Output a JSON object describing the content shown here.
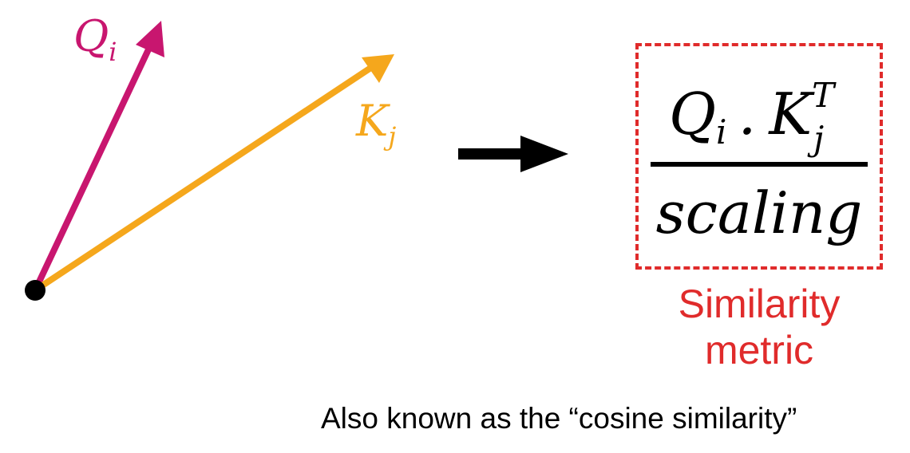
{
  "vectors": {
    "query": {
      "base": "Q",
      "sub": "i",
      "color": "#c8166f"
    },
    "key": {
      "base": "K",
      "sub": "j",
      "color": "#f5a71c"
    }
  },
  "formula": {
    "numerator": {
      "q_base": "Q",
      "q_sub": "i",
      "dot": ".",
      "k_base": "K",
      "k_sub": "j",
      "k_sup": "T"
    },
    "denominator": "scaling"
  },
  "label": {
    "line1": "Similarity",
    "line2": "metric",
    "color": "#e02b2b"
  },
  "footnote": "Also known as the “cosine similarity”"
}
